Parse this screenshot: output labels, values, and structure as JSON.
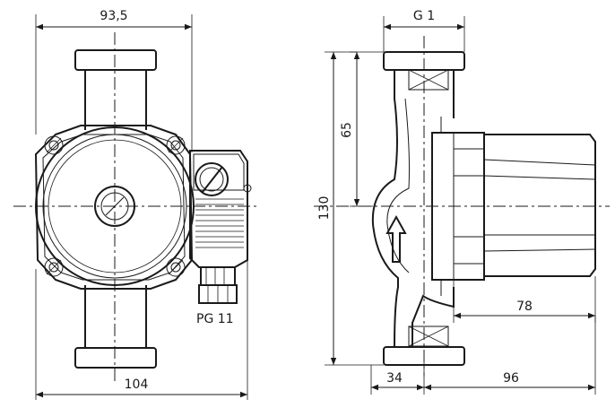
{
  "drawing": {
    "left_view": {
      "top_width_label": "93,5",
      "bottom_width_label": "104",
      "cable_gland_label": "PG 11"
    },
    "right_view": {
      "thread_label": "G 1",
      "height_top_label": "65",
      "total_height_label": "130",
      "motor_length_label": "78",
      "inlet_offset_label": "34",
      "body_length_label": "96"
    }
  }
}
